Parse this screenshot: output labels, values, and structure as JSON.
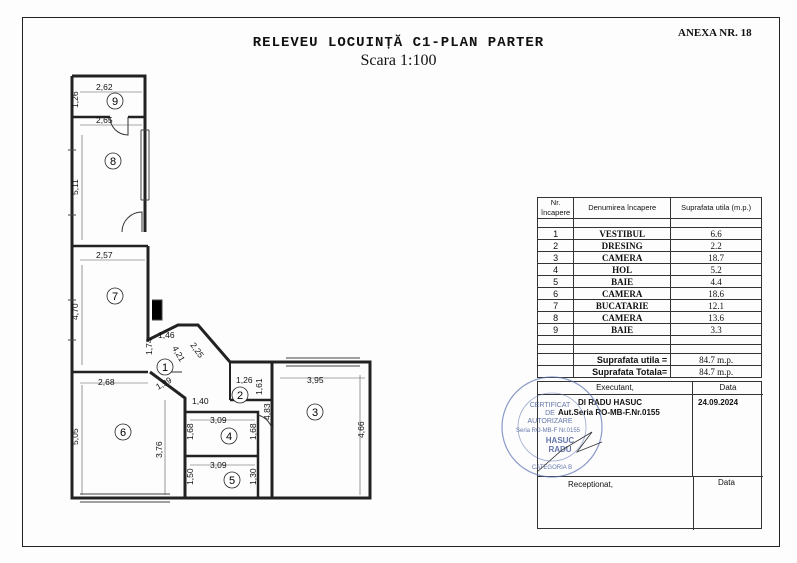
{
  "header": {
    "title": "RELEVEU LOCUINȚĂ C1-PLAN PARTER",
    "scale": "Scara 1:100",
    "annex": "ANEXA NR. 18"
  },
  "plan": {
    "rooms": [
      {
        "id": "1",
        "label": "1"
      },
      {
        "id": "2",
        "label": "2"
      },
      {
        "id": "3",
        "label": "3"
      },
      {
        "id": "4",
        "label": "4"
      },
      {
        "id": "5",
        "label": "5"
      },
      {
        "id": "6",
        "label": "6"
      },
      {
        "id": "7",
        "label": "7"
      },
      {
        "id": "8",
        "label": "8"
      },
      {
        "id": "9",
        "label": "9"
      }
    ],
    "dimensions": [
      "2,62",
      "1,26",
      "2,65",
      "5,11",
      "2,57",
      "4,70",
      "1,46",
      "1,74",
      "2,25",
      "4,21",
      "1,99",
      "2,68",
      "1,26",
      "1,61",
      "3,95",
      "1,40",
      "5,05",
      "3,76",
      "1,68",
      "3,09",
      "1,68",
      "4,83",
      "4,66",
      "3,09",
      "1,50",
      "1,30"
    ]
  },
  "table": {
    "col_nr": "Nr. încapere",
    "col_name": "Denumirea încapere",
    "col_area": "Suprafata utila (m.p.)",
    "rows": [
      {
        "nr": "1",
        "name": "VESTIBUL",
        "area": "6.6"
      },
      {
        "nr": "2",
        "name": "DRESING",
        "area": "2.2"
      },
      {
        "nr": "3",
        "name": "CAMERA",
        "area": "18.7"
      },
      {
        "nr": "4",
        "name": "HOL",
        "area": "5.2"
      },
      {
        "nr": "5",
        "name": "BAIE",
        "area": "4.4"
      },
      {
        "nr": "6",
        "name": "CAMERA",
        "area": "18.6"
      },
      {
        "nr": "7",
        "name": "BUCATARIE",
        "area": "12.1"
      },
      {
        "nr": "8",
        "name": "CAMERA",
        "area": "13.6"
      },
      {
        "nr": "9",
        "name": "BAIE",
        "area": "3.3"
      }
    ],
    "util_label": "Suprafata utila =",
    "util_value": "84.7 m.p.",
    "total_label": "Suprafata Totala=",
    "total_value": "84.7 m.p."
  },
  "signature": {
    "executant_label": "Executant,",
    "date_label": "Data",
    "executant_name": "Dl RADU HASUC",
    "executant_id": "Aut.Seria RO-MB-F.Nr.0155",
    "date_value": "24.09.2024",
    "receptionat_label": "Receptionat,",
    "date_label_2": "Data"
  },
  "stamp": {
    "line1": "CERTIFICAT",
    "line2": "DE",
    "line3": "AUTORIZARE",
    "line4": "Seria RO-MB-F Nr.0155",
    "line5": "HASUC",
    "line6": "RADU",
    "line7": "CATEGORIA B"
  }
}
